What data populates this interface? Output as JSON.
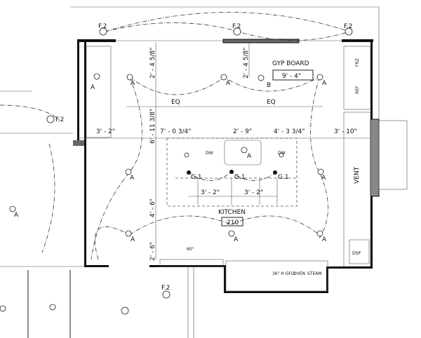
{
  "room": {
    "name": "KITCHEN",
    "number": "210"
  },
  "notes": {
    "gyp_board": "GYP BOARD",
    "vent": "VENT"
  },
  "fixtures": {
    "f2": "F.2",
    "a": "A",
    "b": "B",
    "g1": "G.1",
    "dw": "DW",
    "frz": "FRZ",
    "ref": "REF",
    "dsp": "DSP",
    "oven": "OVEN",
    "steam": "STEAM",
    "gfci": "36\" H GFCI",
    "h60": "60\""
  },
  "dimensions": {
    "gyp_width": "9' - 4\"",
    "upper_left": "2' - 4 5/8\"",
    "upper_right": "2' - 4 5/8\"",
    "eq_left": "EQ",
    "eq_right": "EQ",
    "row": [
      "3' - 2\"",
      "7' - 0 3/4\"",
      "2' - 9\"",
      "4' - 3 3/4\"",
      "3' - 10\""
    ],
    "vertical": [
      "6' - 11 3/8\"",
      "4' - 6\"",
      "2' - 6\""
    ],
    "island": [
      "3' - 2\"",
      "3' - 2\""
    ]
  }
}
